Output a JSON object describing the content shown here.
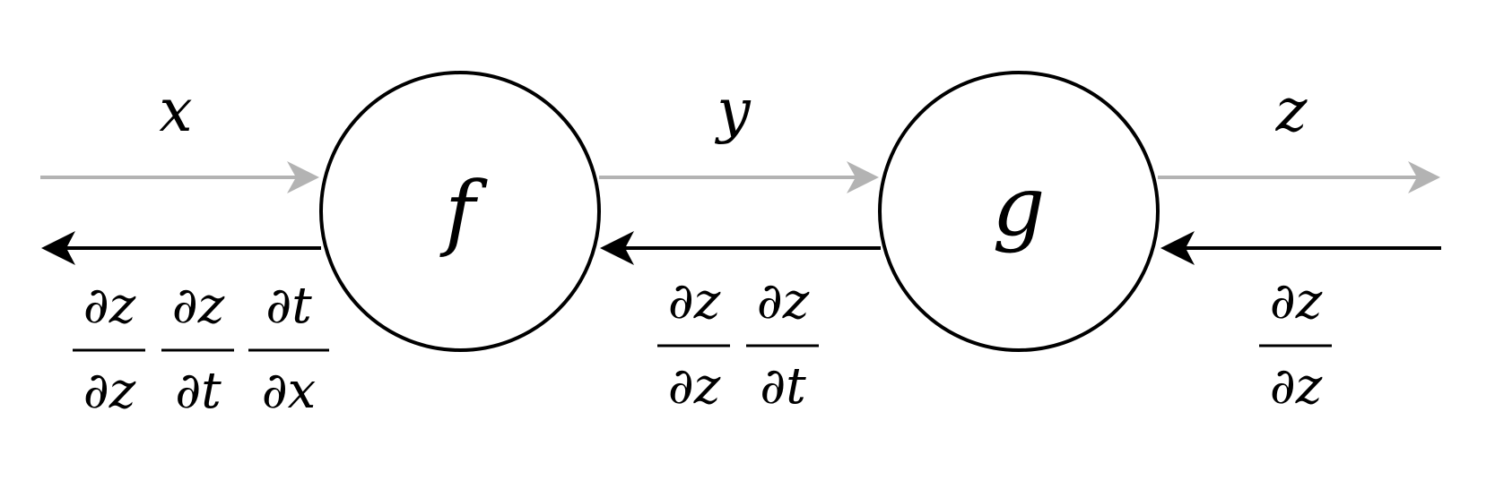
{
  "colors": {
    "forward": "#b3b3b3",
    "backward": "#000000",
    "node_stroke": "#000000",
    "node_fill": "#ffffff"
  },
  "nodes": [
    {
      "id": "f",
      "label": "f"
    },
    {
      "id": "g",
      "label": "g"
    }
  ],
  "forward_labels": [
    "x",
    "y",
    "z"
  ],
  "backward_gradients": {
    "left": [
      {
        "num": "∂z",
        "den": "∂z"
      },
      {
        "num": "∂z",
        "den": "∂t"
      },
      {
        "num": "∂t",
        "den": "∂x"
      }
    ],
    "middle": [
      {
        "num": "∂z",
        "den": "∂z"
      },
      {
        "num": "∂z",
        "den": "∂t"
      }
    ],
    "right": [
      {
        "num": "∂z",
        "den": "∂z"
      }
    ]
  }
}
